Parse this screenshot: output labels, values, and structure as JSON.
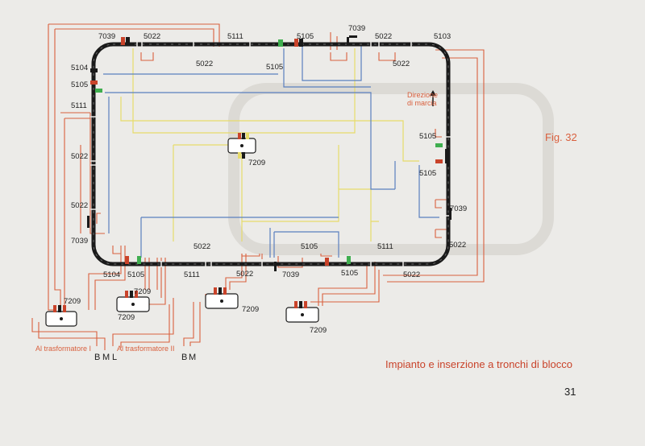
{
  "figure_label": "Fig. 32",
  "caption": "Impianto e inserzione a tronchi di blocco",
  "page_number": "31",
  "direction_label": [
    "Direzione",
    "di marcia"
  ],
  "colors": {
    "track": "#1a1a1a",
    "red_wire": "#d9603e",
    "blue_wire": "#5a7fbf",
    "yellow_wire": "#e7db6a",
    "accent": "#c9432a",
    "signal_green": "#3fae4f"
  },
  "labels": [
    {
      "id": "l1",
      "text": "7039"
    },
    {
      "id": "l2",
      "text": "5022"
    },
    {
      "id": "l3",
      "text": "5111"
    },
    {
      "id": "l4",
      "text": "5022"
    },
    {
      "id": "l5",
      "text": "5105"
    },
    {
      "id": "l6",
      "text": "5105"
    },
    {
      "id": "l7",
      "text": "7039"
    },
    {
      "id": "l8",
      "text": "5022"
    },
    {
      "id": "l9",
      "text": "5022"
    },
    {
      "id": "l10",
      "text": "5103"
    },
    {
      "id": "l11",
      "text": "5104"
    },
    {
      "id": "l12",
      "text": "5105"
    },
    {
      "id": "l13",
      "text": "5111"
    },
    {
      "id": "l14",
      "text": "5022"
    },
    {
      "id": "l15",
      "text": "5022"
    },
    {
      "id": "l16",
      "text": "7039"
    },
    {
      "id": "l17",
      "text": "5104"
    },
    {
      "id": "l18",
      "text": "5105"
    },
    {
      "id": "l19",
      "text": "5111"
    },
    {
      "id": "l20",
      "text": "5022"
    },
    {
      "id": "l21",
      "text": "5022"
    },
    {
      "id": "l22",
      "text": "7039"
    },
    {
      "id": "l23",
      "text": "5105"
    },
    {
      "id": "l24",
      "text": "5105"
    },
    {
      "id": "l25",
      "text": "5111"
    },
    {
      "id": "l26",
      "text": "5022"
    },
    {
      "id": "l27",
      "text": "5105"
    },
    {
      "id": "l28",
      "text": "5105"
    },
    {
      "id": "l29",
      "text": "7039"
    },
    {
      "id": "l30",
      "text": "5022"
    },
    {
      "id": "l31",
      "text": "7209"
    },
    {
      "id": "l32",
      "text": "7209"
    },
    {
      "id": "l33",
      "text": "7209"
    },
    {
      "id": "l34",
      "text": "7209"
    },
    {
      "id": "l35",
      "text": "7209"
    },
    {
      "id": "l36",
      "text": "7209"
    }
  ],
  "transformer_labels": [
    {
      "id": "t1",
      "text": "Al trasformatore I"
    },
    {
      "id": "t2",
      "text": "Al trasformatore II"
    }
  ],
  "terminal_labels": [
    {
      "id": "b1",
      "text": "B"
    },
    {
      "id": "b2",
      "text": "M"
    },
    {
      "id": "b3",
      "text": "L"
    },
    {
      "id": "b4",
      "text": "B"
    },
    {
      "id": "b5",
      "text": "M"
    }
  ]
}
